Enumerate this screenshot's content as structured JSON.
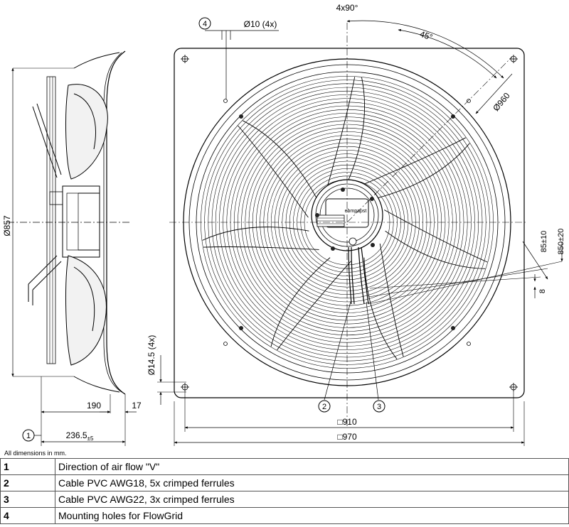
{
  "drawing": {
    "side_view": {
      "dia_857": "Ø857",
      "dim_190": "190",
      "dim_17": "17",
      "dim_236": "236.5",
      "dim_236_tol": "±5",
      "callout_1": "1"
    },
    "front_view": {
      "dim_4x90": "4x90°",
      "dim_45": "45°",
      "dia_960": "Ø960",
      "dia_10": "Ø10 (4x)",
      "callout_4": "4",
      "dim_14_5": "Ø14.5 (4x)",
      "dim_910": "□910",
      "dim_970": "□970",
      "callout_2": "2",
      "callout_3": "3",
      "dim_85": "85±10",
      "dim_850": "850±20",
      "dim_8": "8",
      "motor_label": "ebmpapst"
    }
  },
  "note": "All dimensions in mm.",
  "legend": [
    {
      "num": "1",
      "text": "Direction of air flow \"V\""
    },
    {
      "num": "2",
      "text": "Cable PVC AWG18, 5x crimped ferrules"
    },
    {
      "num": "3",
      "text": "Cable PVC AWG22, 3x crimped ferrules"
    },
    {
      "num": "4",
      "text": "Mounting holes for FlowGrid"
    }
  ]
}
